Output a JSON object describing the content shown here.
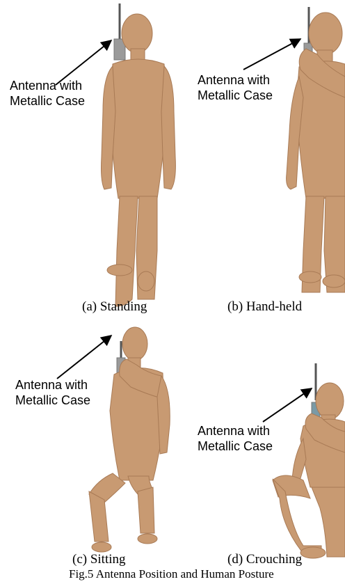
{
  "figure": {
    "annotation_label": "Antenna with\nMetallic Case",
    "panels": [
      {
        "caption": "(a) Standing"
      },
      {
        "caption": "(b) Hand-held"
      },
      {
        "caption": "(c) Sitting"
      },
      {
        "caption": "(d) Crouching"
      }
    ],
    "figure_caption": "Fig.5 Antenna Position and Human Posture",
    "colors": {
      "body": "#c89a72",
      "body_shade": "#a87a55",
      "case": "#9a9a9a",
      "antenna": "#555555",
      "arrow": "#000000"
    }
  }
}
